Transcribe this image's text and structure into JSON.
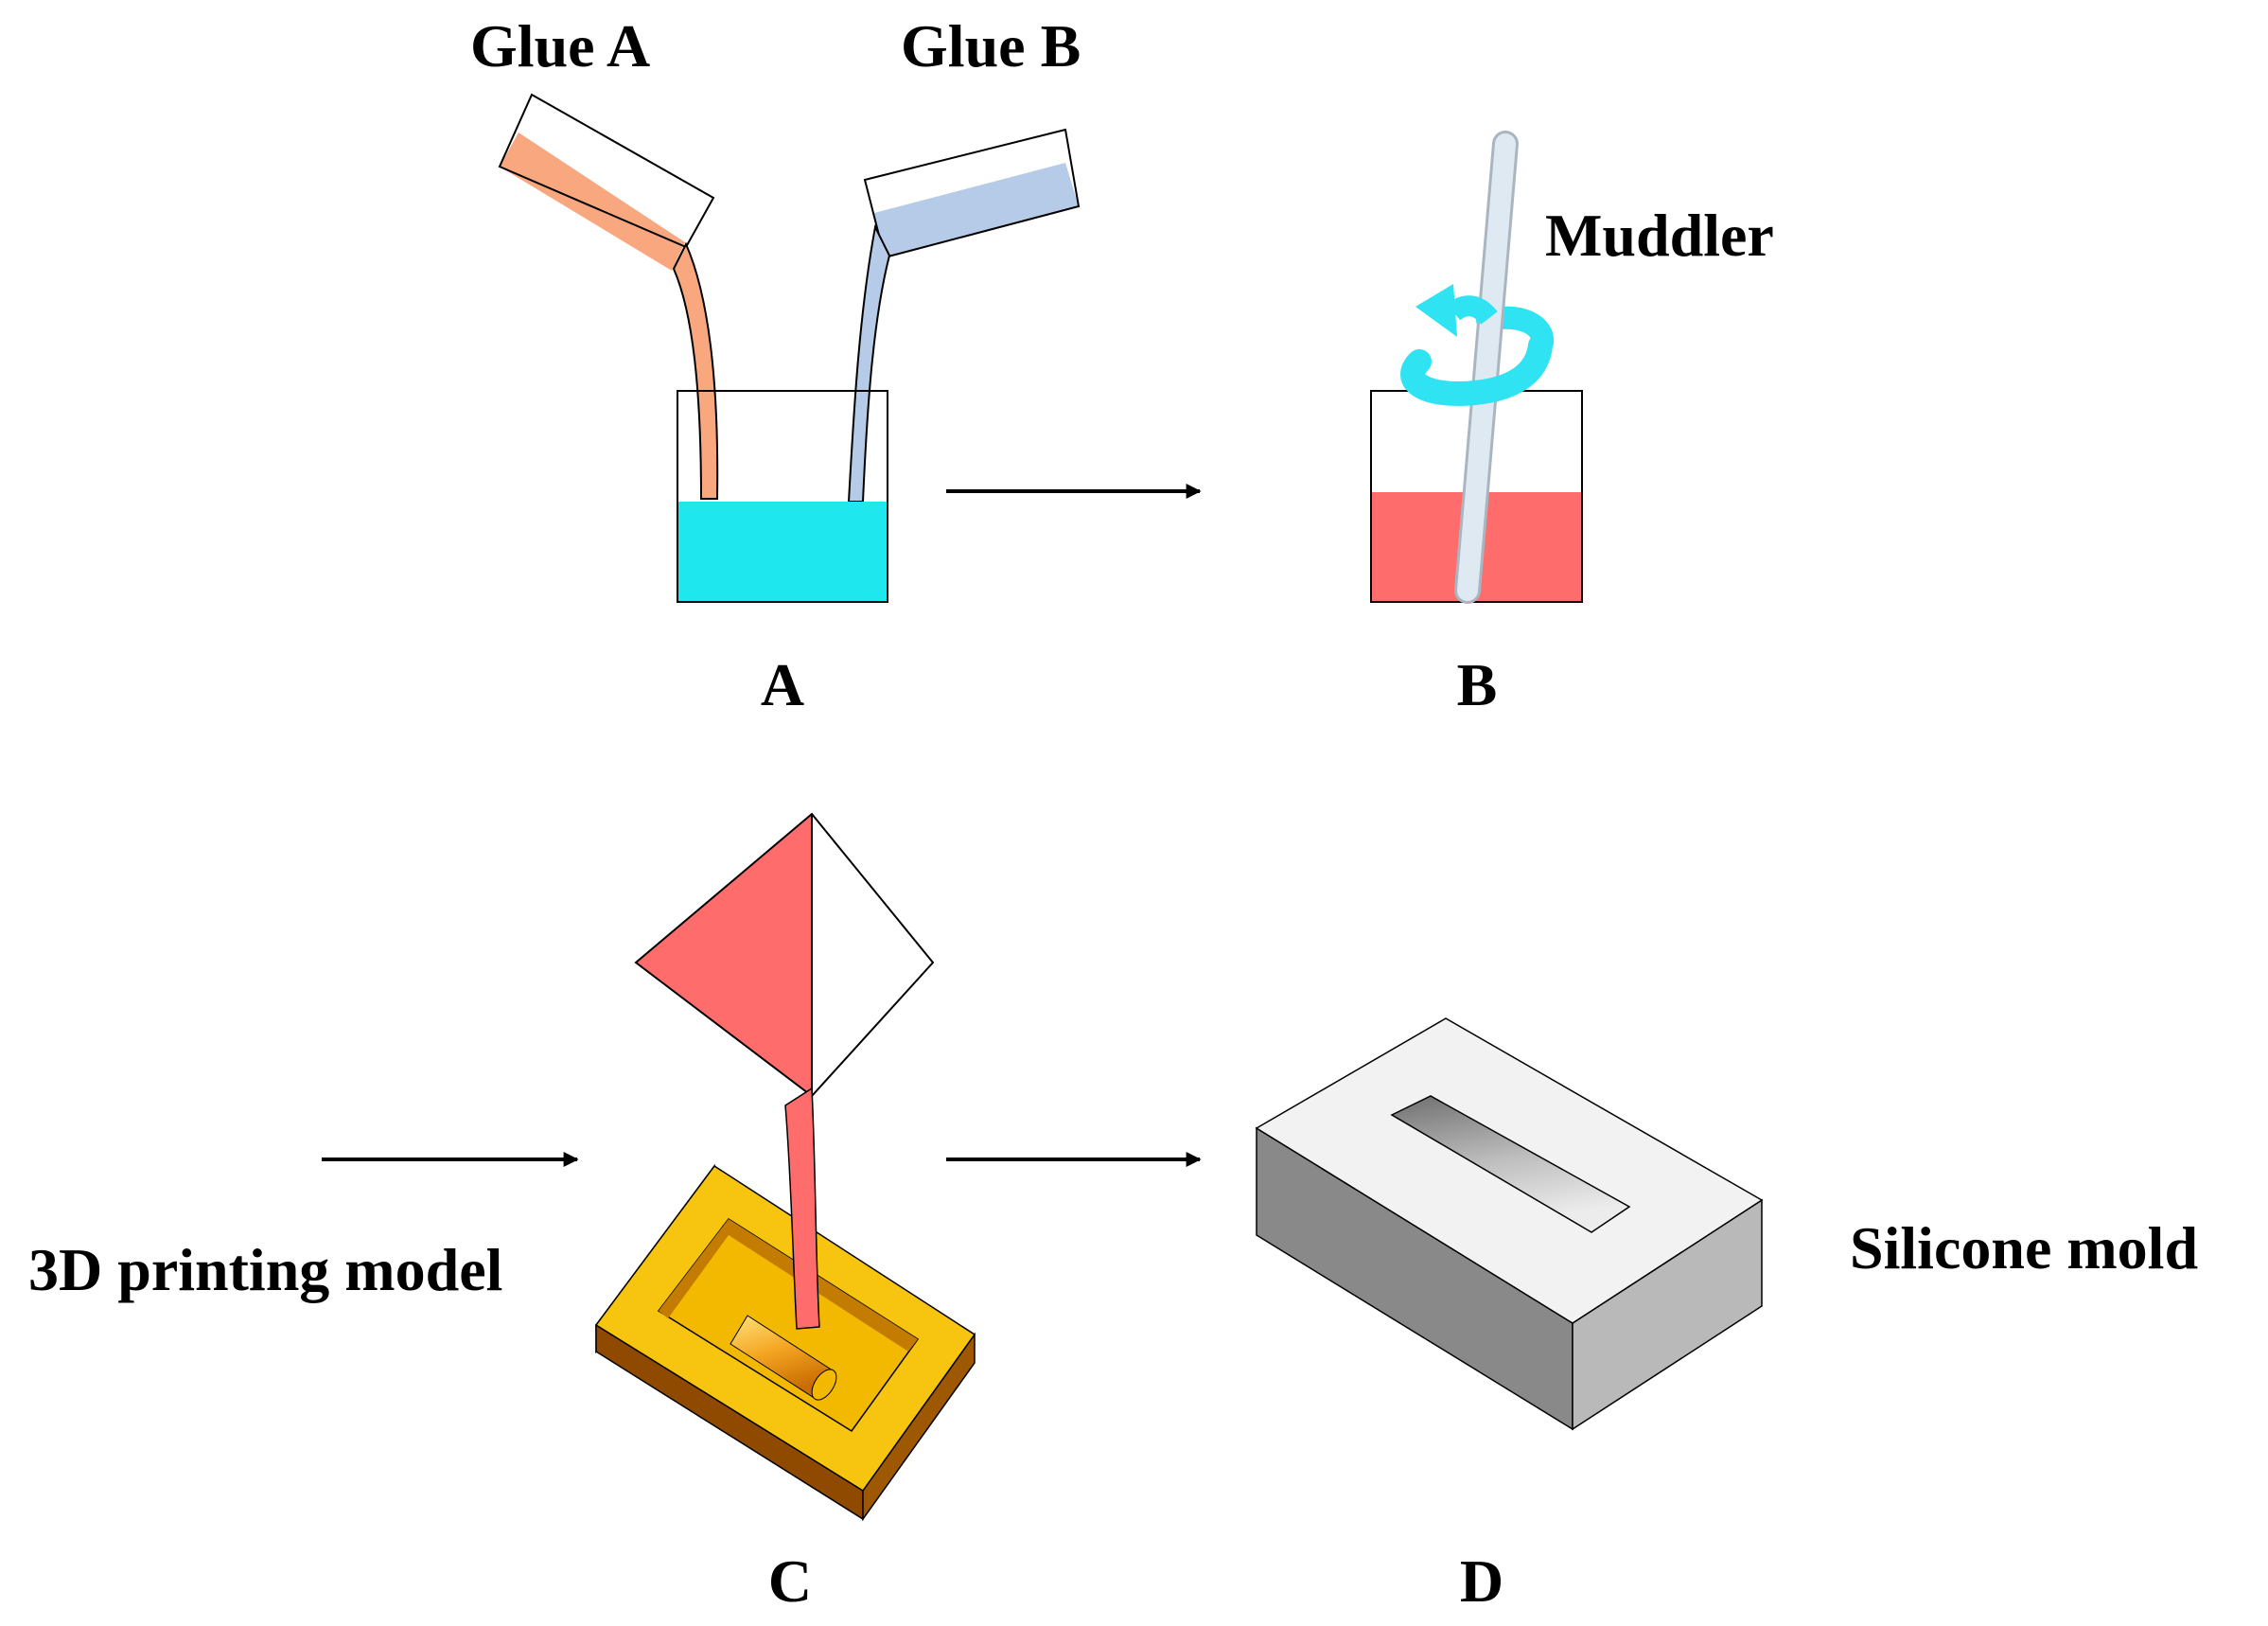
{
  "labels": {
    "glue_a": "Glue A",
    "glue_b": "Glue B",
    "muddler": "Muddler",
    "printing_model": "3D printing model",
    "silicone_mold": "Silicone mold"
  },
  "steps": {
    "a": "A",
    "b": "B",
    "c": "C",
    "d": "D"
  },
  "colors": {
    "glue_a": "#f9a77f",
    "glue_b": "#b5cbe7",
    "mix_cyan": "#1ee8ee",
    "mix_red": "#fe6d6b",
    "muddler": "#dfe9f2",
    "rotation_arrow": "#2fe3f2",
    "model_top": "#f7c40f",
    "model_side": "#b86f00",
    "model_front": "#8f4a00",
    "silicone_top": "#f2f2f2",
    "silicone_left": "#898989",
    "silicone_right": "#b9b9b9"
  },
  "icons": {
    "rotation": "circular-arrow-icon",
    "flow": "right-arrow-icon"
  }
}
